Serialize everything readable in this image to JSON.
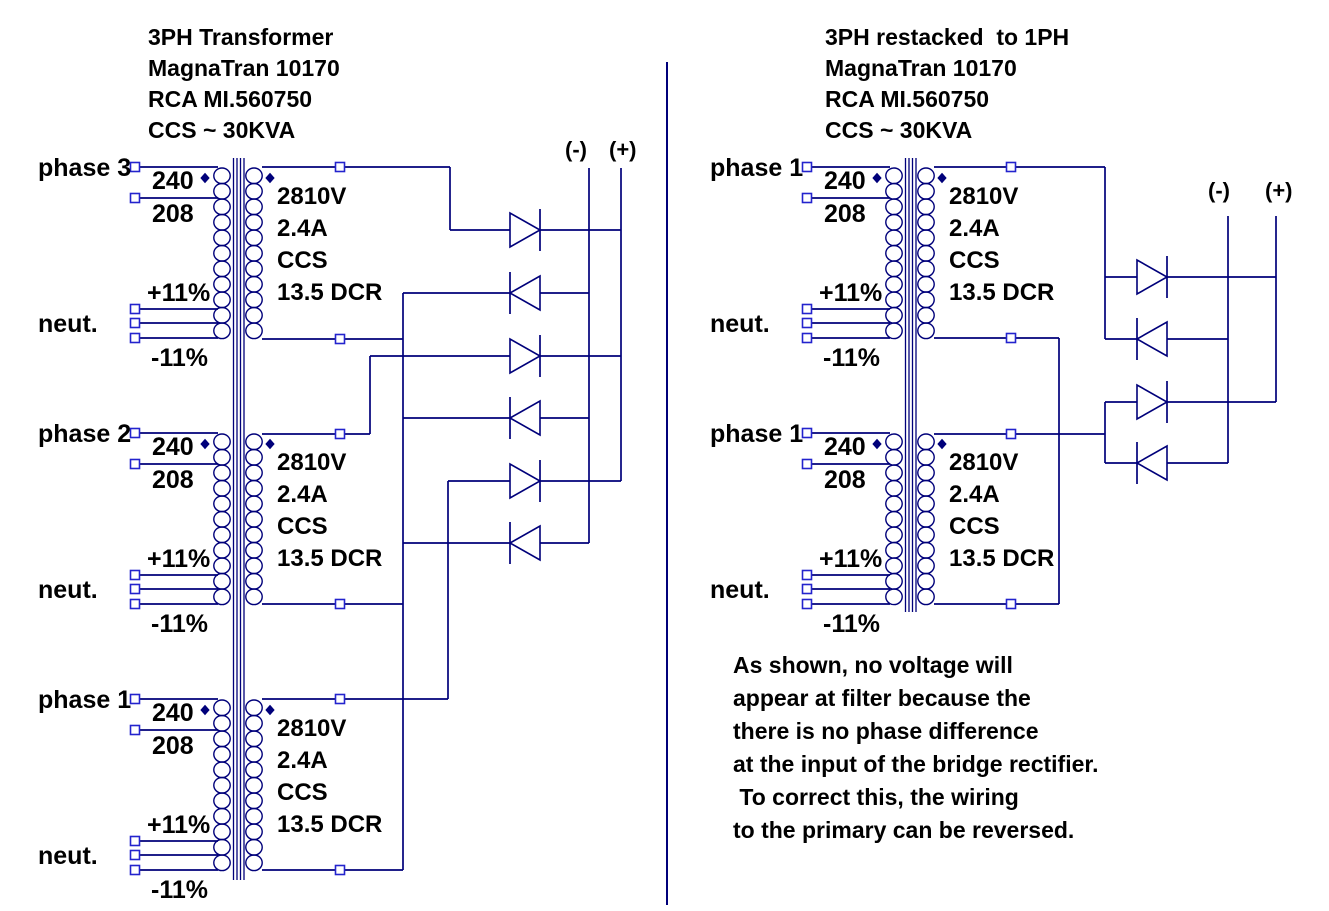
{
  "colors": {
    "wire": "#00007a",
    "terminal_square": "#2323cd",
    "text": "#000000",
    "background": "#ffffff"
  },
  "left_diagram": {
    "title_lines": [
      "3PH Transformer",
      "MagnaTran 10170",
      "RCA MI.560750",
      "CCS ~ 30KVA"
    ],
    "bus_neg_label": "(-)",
    "bus_pos_label": "(+)",
    "windings": [
      {
        "phase": "phase 3",
        "tap_240": "240",
        "tap_208": "208",
        "tap_plus11": "+11%",
        "neutral": "neut.",
        "tap_minus11": "-11%",
        "sec_v": "2810V",
        "sec_a": "2.4A",
        "sec_ccs": "CCS",
        "sec_dcr": "13.5 DCR"
      },
      {
        "phase": "phase 2",
        "tap_240": "240",
        "tap_208": "208",
        "tap_plus11": "+11%",
        "neutral": "neut.",
        "tap_minus11": "-11%",
        "sec_v": "2810V",
        "sec_a": "2.4A",
        "sec_ccs": "CCS",
        "sec_dcr": "13.5 DCR"
      },
      {
        "phase": "phase 1",
        "tap_240": "240",
        "tap_208": "208",
        "tap_plus11": "+11%",
        "neutral": "neut.",
        "tap_minus11": "-11%",
        "sec_v": "2810V",
        "sec_a": "2.4A",
        "sec_ccs": "CCS",
        "sec_dcr": "13.5 DCR"
      }
    ]
  },
  "right_diagram": {
    "title_lines": [
      "3PH restacked  to 1PH",
      "MagnaTran 10170",
      "RCA MI.560750",
      "CCS ~ 30KVA"
    ],
    "bus_neg_label": "(-)",
    "bus_pos_label": "(+)",
    "windings": [
      {
        "phase": "phase 1",
        "tap_240": "240",
        "tap_208": "208",
        "tap_plus11": "+11%",
        "neutral": "neut.",
        "tap_minus11": "-11%",
        "sec_v": "2810V",
        "sec_a": "2.4A",
        "sec_ccs": "CCS",
        "sec_dcr": "13.5 DCR"
      },
      {
        "phase": "phase 1",
        "tap_240": "240",
        "tap_208": "208",
        "tap_plus11": "+11%",
        "neutral": "neut.",
        "tap_minus11": "-11%",
        "sec_v": "2810V",
        "sec_a": "2.4A",
        "sec_ccs": "CCS",
        "sec_dcr": "13.5 DCR"
      }
    ],
    "caption_lines": [
      "As shown, no voltage will",
      "appear at filter because the",
      "there is no phase difference",
      "at the input of the bridge rectifier.",
      " To correct this, the wiring",
      "to the primary can be reversed."
    ]
  }
}
